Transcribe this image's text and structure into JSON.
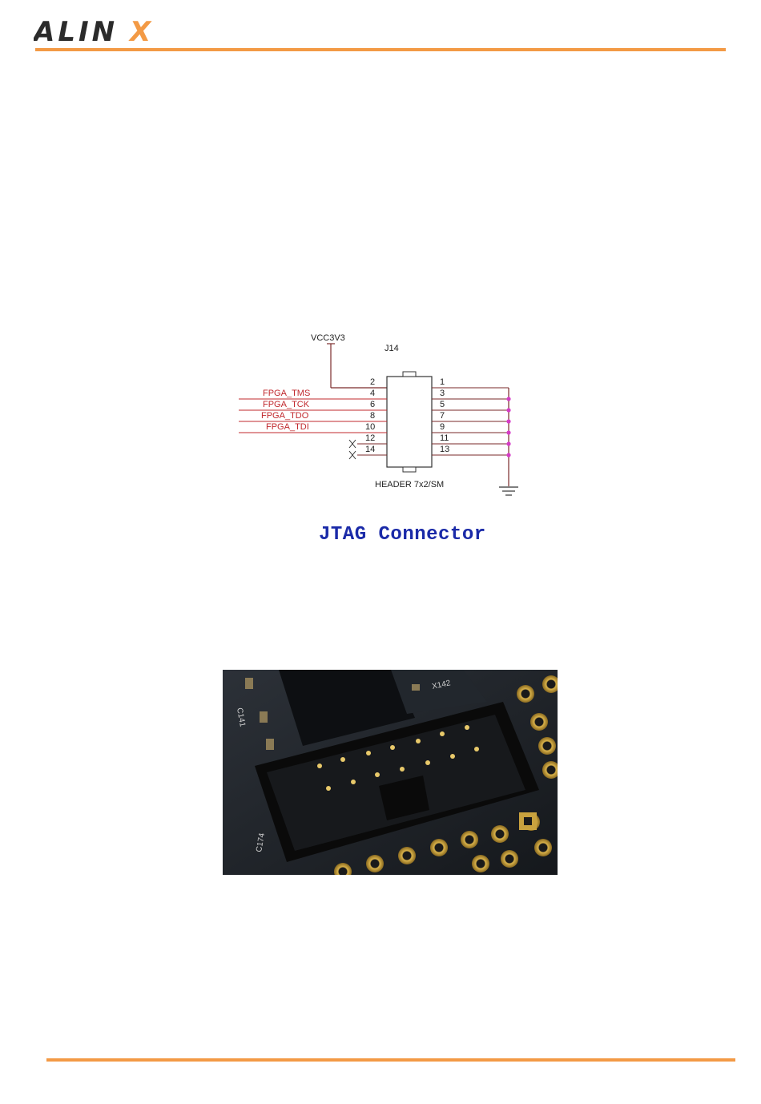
{
  "header": {
    "logo_text": "ALINX",
    "accent_color": "#f39a45"
  },
  "schematic": {
    "power_label": "VCC3V3",
    "ref_label": "J14",
    "part_label": "HEADER 7x2/SM",
    "signals": [
      "FPGA_TMS",
      "FPGA_TCK",
      "FPGA_TDO",
      "FPGA_TDI"
    ],
    "even_pins": [
      "2",
      "4",
      "6",
      "8",
      "10",
      "12",
      "14"
    ],
    "odd_pins": [
      "1",
      "3",
      "5",
      "7",
      "9",
      "11",
      "13"
    ],
    "signal_color": "#c0282d",
    "node_color": "#d63cc8"
  },
  "caption": "JTAG Connector",
  "photo": {
    "silkscreen": [
      "C141",
      "C174",
      "X142"
    ]
  }
}
